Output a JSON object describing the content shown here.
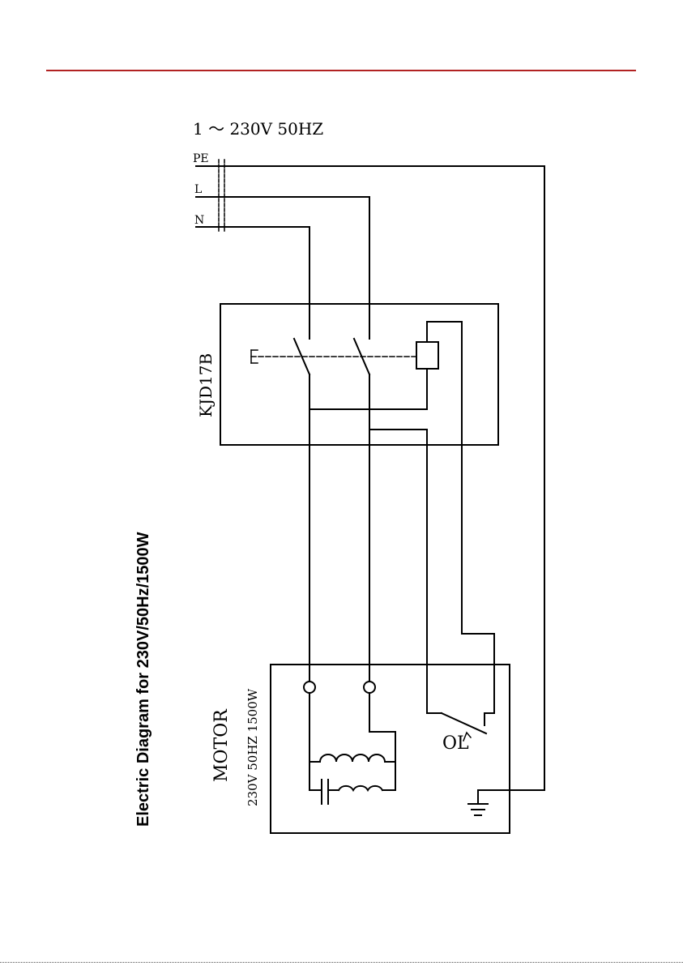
{
  "theme": {
    "header_rule_color": "#b22222",
    "line_color": "#000000"
  },
  "diagram": {
    "title": "Electric Diagram for 230V/50Hz/1500W",
    "supply": {
      "label": "1 ～ 230V 50HZ",
      "terminals": [
        "PE",
        "L",
        "N"
      ]
    },
    "contactor": {
      "label": "KJD17B"
    },
    "motor": {
      "label": "MOTOR",
      "rating": "230V 50HZ 1500W"
    },
    "overload": {
      "label": "OL"
    }
  }
}
